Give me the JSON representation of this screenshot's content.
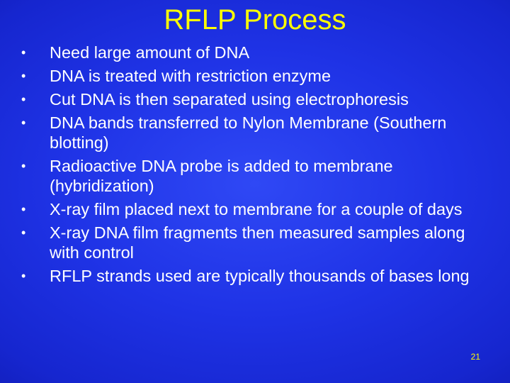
{
  "slide": {
    "title": "RFLP Process",
    "bullets": [
      "Need large amount of DNA",
      "DNA is treated with restriction enzyme",
      "Cut DNA is then separated using electrophoresis",
      "DNA bands transferred to Nylon Membrane (Southern blotting)",
      "Radioactive DNA probe is added to membrane (hybridization)",
      "X-ray film placed next to membrane for a couple of days",
      "X-ray DNA film fragments then measured samples along with control",
      "RFLP strands used are typically thousands of bases long"
    ],
    "bullet_symbol": "•",
    "slide_number": "21"
  },
  "colors": {
    "background": "#1f33e6",
    "title": "#ffff00",
    "body_text": "#ffffff",
    "slide_number": "#ffff00"
  }
}
